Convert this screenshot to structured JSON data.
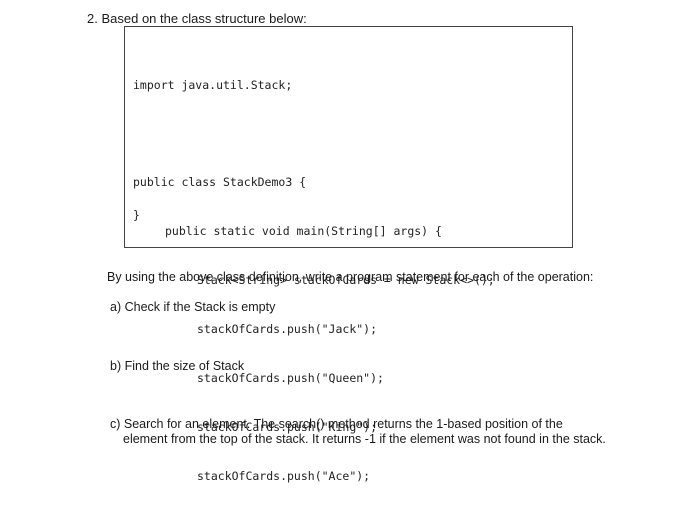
{
  "question": {
    "number": "2.",
    "text": "Based on the class structure below:"
  },
  "code": {
    "lines": [
      "import java.util.Stack;",
      "",
      "public class StackDemo3 {",
      "public static void main(String[] args) {",
      "Stack<String> stackOfCards = new Stack<>();",
      "stackOfCards.push(\"Jack\");",
      "stackOfCards.push(\"Queen\");",
      "stackOfCards.push(\"King\");",
      "stackOfCards.push(\"Ace\");",
      "}"
    ]
  },
  "instruction": "By using the above class definition, write a program statement for each of the operation:",
  "parts": {
    "a": "a) Check if the Stack is empty",
    "b": "b) Find the size of Stack",
    "c_line1": "c) Search for an element. The search() method returns the 1-based position of the",
    "c_line2": "element from the top of the stack. It returns -1 if the element was not found in the stack."
  }
}
